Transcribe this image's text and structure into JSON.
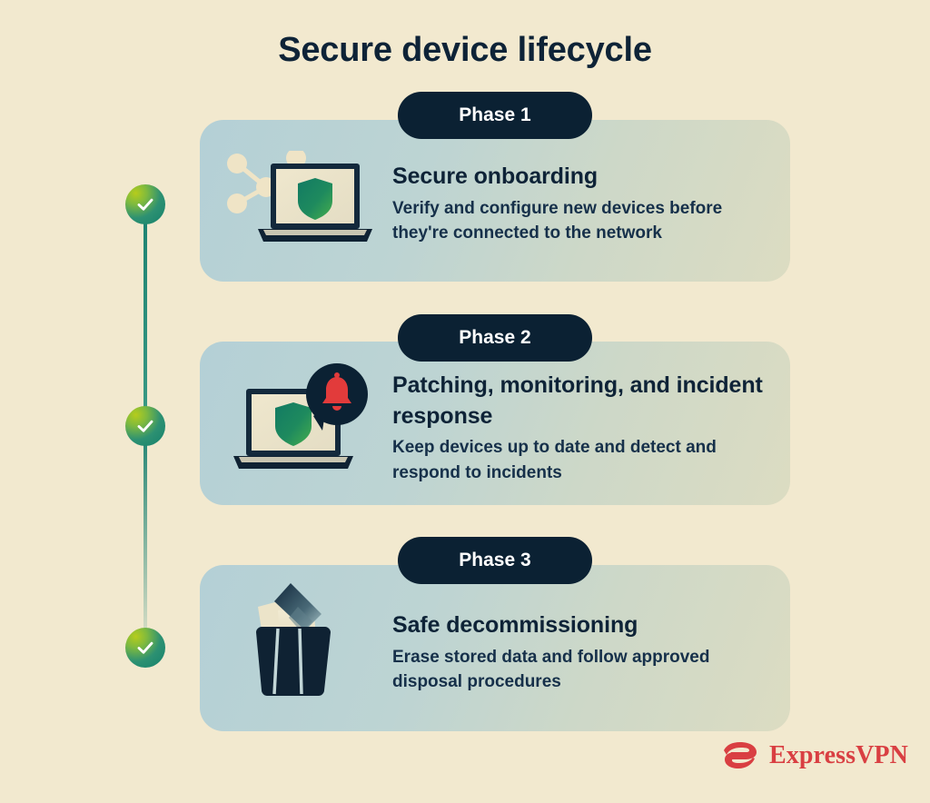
{
  "page": {
    "title": "Secure device lifecycle",
    "background_color": "#f2e9cf"
  },
  "colors": {
    "background": "#f2e9cf",
    "card_gradient_start": "#b4d0d6",
    "card_gradient_end": "#dcdcc2",
    "pill_background": "#0b2133",
    "pill_text": "#ffffff",
    "heading_text": "#0e2337",
    "body_text": "#16304a",
    "marker_green_light": "#b6cc1c",
    "marker_green_dark": "#14806c",
    "rail_line": "#1c8271",
    "shield_green_dark": "#13705f",
    "shield_green_light": "#3fa84f",
    "alert_red": "#e23b3b",
    "brand_red": "#d93f42"
  },
  "timeline": {
    "markers": [
      {
        "name": "phase-1-complete",
        "icon": "check-icon"
      },
      {
        "name": "phase-2-complete",
        "icon": "check-icon"
      },
      {
        "name": "phase-3-complete",
        "icon": "check-icon"
      }
    ]
  },
  "phases": [
    {
      "pill_label": "Phase 1",
      "heading": "Secure onboarding",
      "body": "Verify and configure new devices before they're connected to the network",
      "illustration": "laptop-shield-network-icon"
    },
    {
      "pill_label": "Phase 2",
      "heading": "Patching, monitoring, and incident response",
      "body": "Keep devices up to date and detect and respond to incidents",
      "illustration": "laptop-shield-alert-icon"
    },
    {
      "pill_label": "Phase 3",
      "heading": "Safe decommissioning",
      "body": "Erase stored data and follow approved disposal procedures",
      "illustration": "trash-bin-documents-icon"
    }
  ],
  "logo": {
    "wordmark": "ExpressVPN",
    "mark": "expressvpn-e-mark-icon"
  }
}
